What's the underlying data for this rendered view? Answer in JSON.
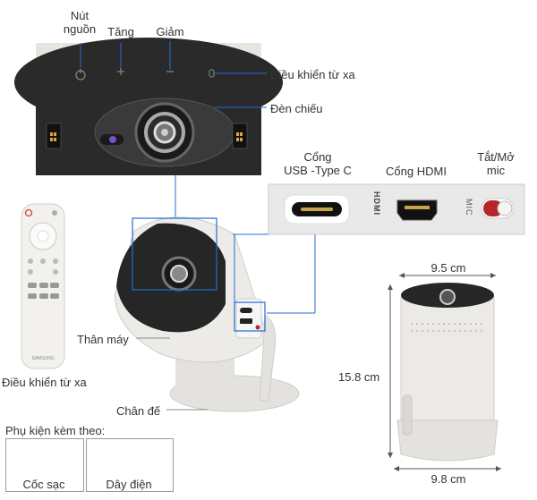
{
  "labels": {
    "power": "Nút\nnguồn",
    "volume_up": "Tăng",
    "volume_down": "Giảm",
    "remote_sensor": "Điều khiển từ xa",
    "lens": "Đèn chiếu",
    "usb_c": "Cổng\nUSB -Type C",
    "hdmi": "Cổng HDMI",
    "mic_toggle": "Tắt/Mở\nmic",
    "body": "Thân máy",
    "remote": "Điều khiển từ xa",
    "stand": "Chân đế",
    "accessories_title": "Phụ kiện kèm theo:",
    "charger": "Cốc sạc",
    "cable": "Dây điện"
  },
  "ports_panel": {
    "hdmi_mark": "HDMI",
    "mic_mark": "MIC"
  },
  "dimensions": {
    "top_width": "9.5 cm",
    "height": "15.8 cm",
    "base_width": "9.8 cm"
  },
  "remote_brand": "SAMSUNG",
  "colors": {
    "dark_panel": "#2a2a2a",
    "device_white": "#ecebe8",
    "callout_line": "#1f6fd1",
    "mic_switch": "#b5262b"
  }
}
